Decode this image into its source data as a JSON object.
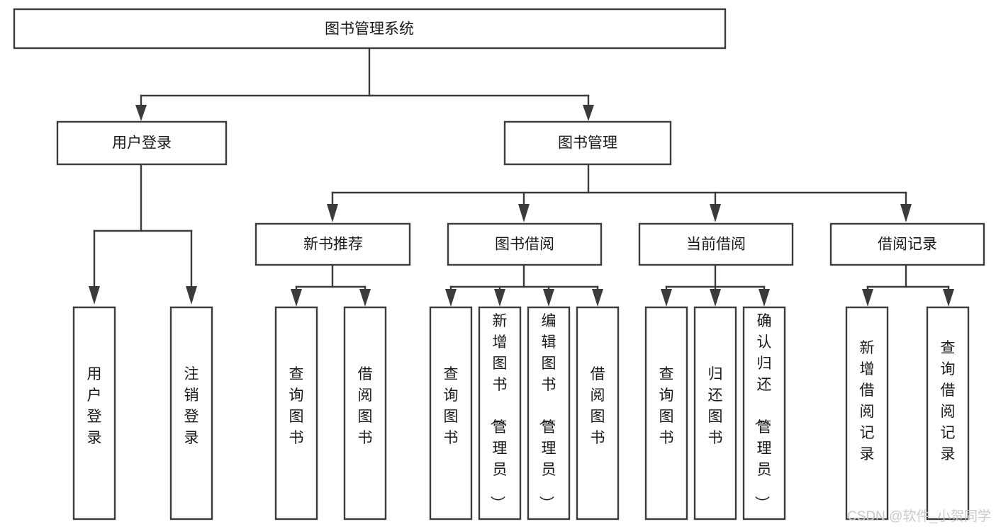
{
  "diagram": {
    "title": "图书管理系统",
    "type": "tree-hierarchy-functional-structure",
    "background_color": "#ffffff",
    "line_color": "#3b3b3b",
    "text_color": "#1a1a1a",
    "root": {
      "label": "图书管理系统"
    },
    "level2": [
      {
        "label": "用户登录"
      },
      {
        "label": "图书管理"
      }
    ],
    "level3": [
      {
        "label": "新书推荐"
      },
      {
        "label": "图书借阅"
      },
      {
        "label": "当前借阅"
      },
      {
        "label": "借阅记录"
      }
    ],
    "leaves": {
      "user_login": [
        {
          "label": "用户登录"
        },
        {
          "label": "注销登录"
        }
      ],
      "new_book_recommend": [
        {
          "label": "查询图书"
        },
        {
          "label": "借阅图书"
        }
      ],
      "book_borrow": [
        {
          "label": "查询图书"
        },
        {
          "label": "新增图书（管理员）"
        },
        {
          "label": "编辑图书（管理员）"
        },
        {
          "label": "借阅图书"
        }
      ],
      "current_borrow": [
        {
          "label": "查询图书"
        },
        {
          "label": "归还图书"
        },
        {
          "label": "确认归还（管理员）"
        }
      ],
      "borrow_record": [
        {
          "label": "新增借阅记录"
        },
        {
          "label": "查询借阅记录"
        }
      ]
    },
    "watermark": "CSDN @软件_小贺同学"
  }
}
